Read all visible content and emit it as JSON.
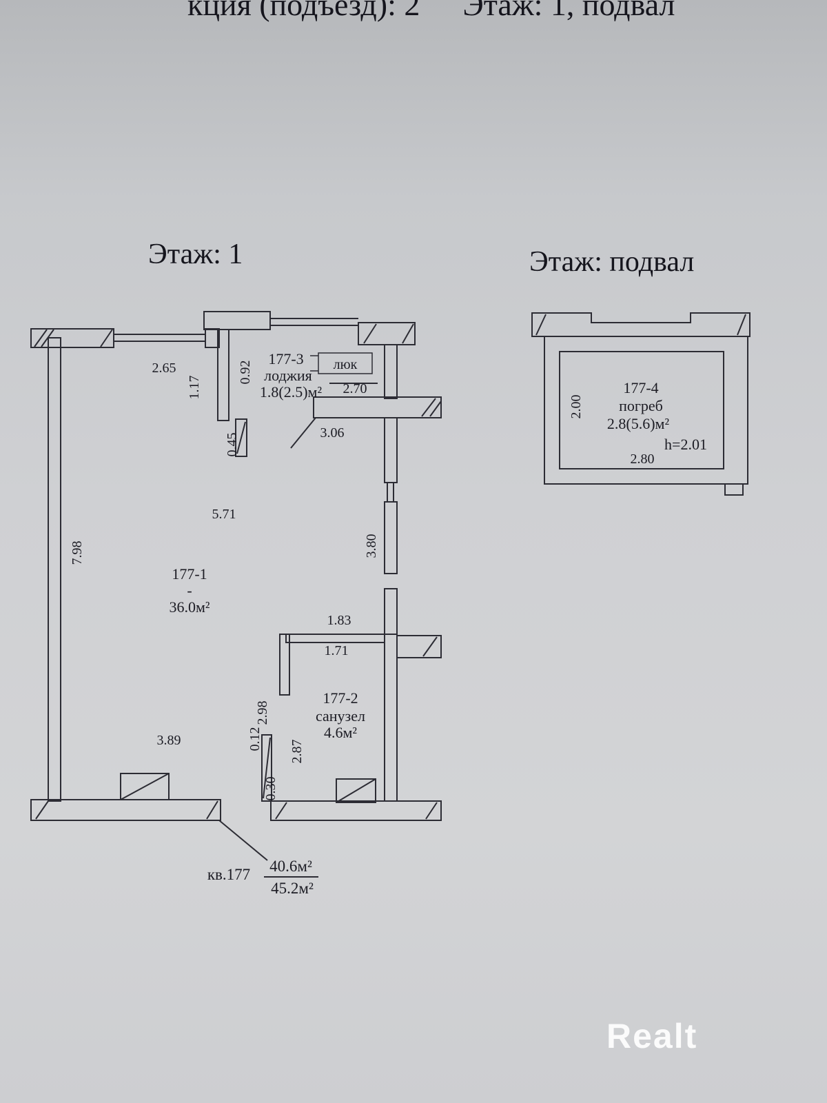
{
  "header": {
    "left": "кция (подъезд): 2",
    "right": "Этаж: 1, подвал"
  },
  "watermark": {
    "text": "Realt"
  },
  "plan1": {
    "title": "Этаж: 1",
    "room1": {
      "id": "177-1",
      "dash": "-",
      "area": "36.0м²"
    },
    "room2": {
      "id": "177-2",
      "name": "санузел",
      "area": "4.6м²"
    },
    "room3": {
      "id": "177-3",
      "name": "лоджия",
      "area": "1.8(2.5)м²"
    },
    "hatch_label": "люк",
    "apartment": {
      "label": "кв.177",
      "area_living": "40.6м²",
      "area_total": "45.2м²"
    },
    "dims": {
      "d265": "2.65",
      "d117": "1.17",
      "d092": "0.92",
      "d045": "0.45",
      "d270": "2.70",
      "d306": "3.06",
      "d571": "5.71",
      "d380": "3.80",
      "d798": "7.98",
      "d183": "1.83",
      "d171": "1.71",
      "d298": "2.98",
      "d389": "3.89",
      "d012": "0.12",
      "d287": "2.87",
      "d030": "0.30"
    }
  },
  "plan2": {
    "title": "Этаж: подвал",
    "room": {
      "id": "177-4",
      "name": "погреб",
      "area": "2.8(5.6)м²",
      "height": "h=2.01"
    },
    "dims": {
      "d200": "2.00",
      "d280": "2.80"
    }
  }
}
